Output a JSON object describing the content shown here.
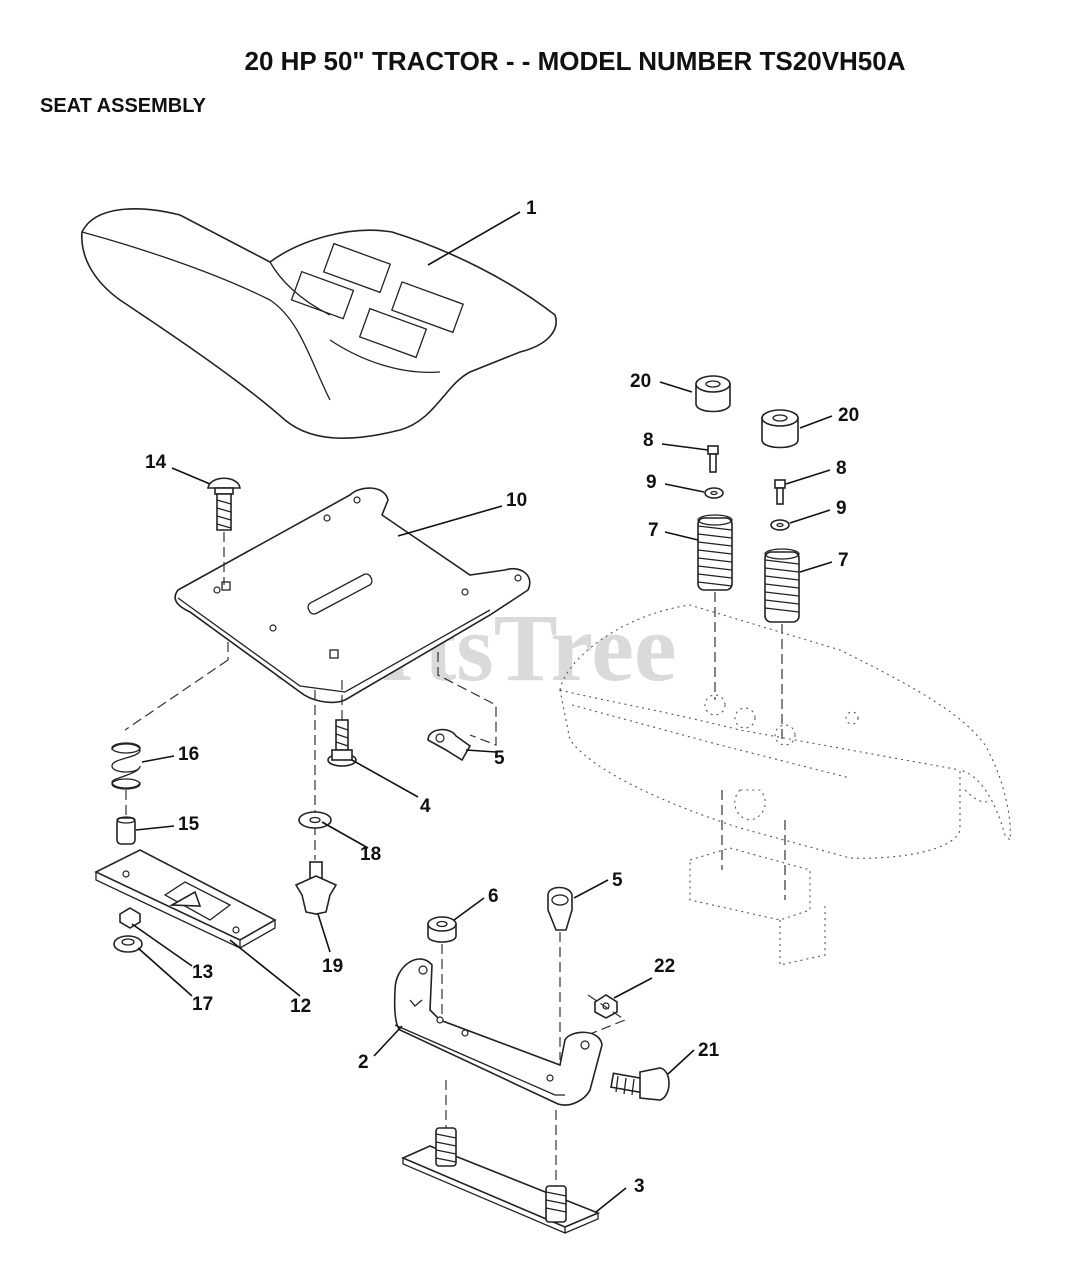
{
  "page": {
    "title": "20 HP 50\" TRACTOR - - MODEL NUMBER TS20VH50A",
    "subtitle": "SEAT ASSEMBLY",
    "watermark": "PartsTree"
  },
  "callouts": [
    "1",
    "20",
    "20",
    "8",
    "8",
    "9",
    "9",
    "7",
    "7",
    "14",
    "10",
    "16",
    "15",
    "4",
    "5",
    "18",
    "19",
    "13",
    "17",
    "12",
    "6",
    "5",
    "22",
    "2",
    "21",
    "3"
  ]
}
